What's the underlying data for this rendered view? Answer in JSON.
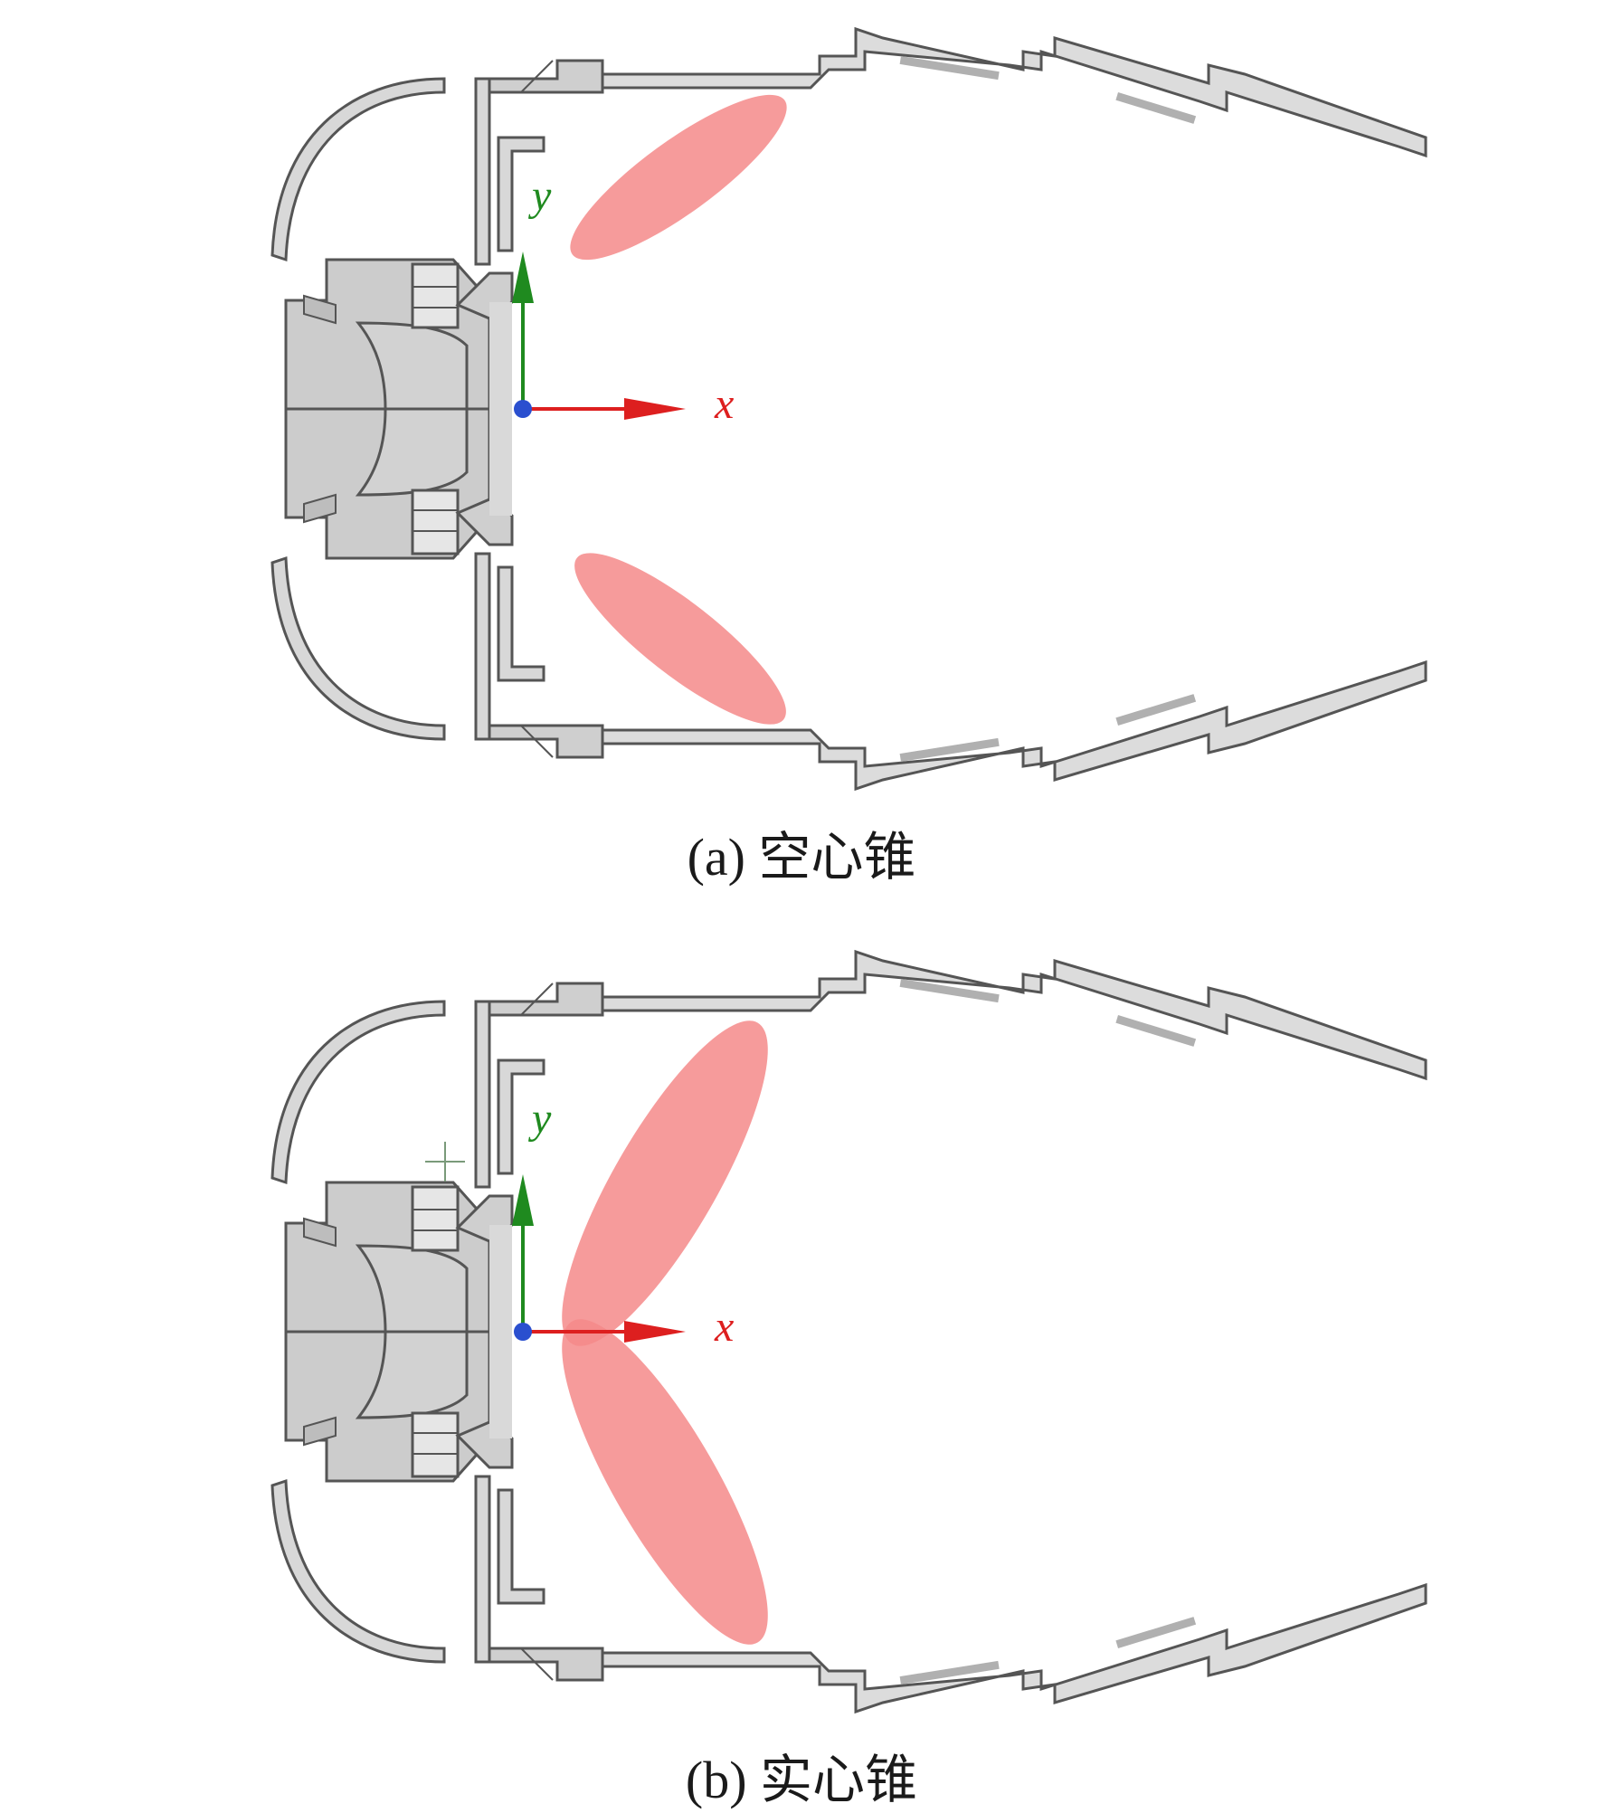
{
  "panels": [
    {
      "id": "a",
      "caption": "(a) 空心锥",
      "spray_pattern": "hollow-cone",
      "axis_x_label": "x",
      "axis_y_label": "y"
    },
    {
      "id": "b",
      "caption": "(b) 实心锥",
      "spray_pattern": "solid-cone",
      "axis_x_label": "x",
      "axis_y_label": "y"
    }
  ],
  "colors": {
    "outline": "#555555",
    "fill": "#cfcfcf",
    "spray": "#f58a8a",
    "axis_x": "#dd1f1f",
    "axis_y": "#1f8a1f",
    "origin": "#2a4fcf"
  }
}
